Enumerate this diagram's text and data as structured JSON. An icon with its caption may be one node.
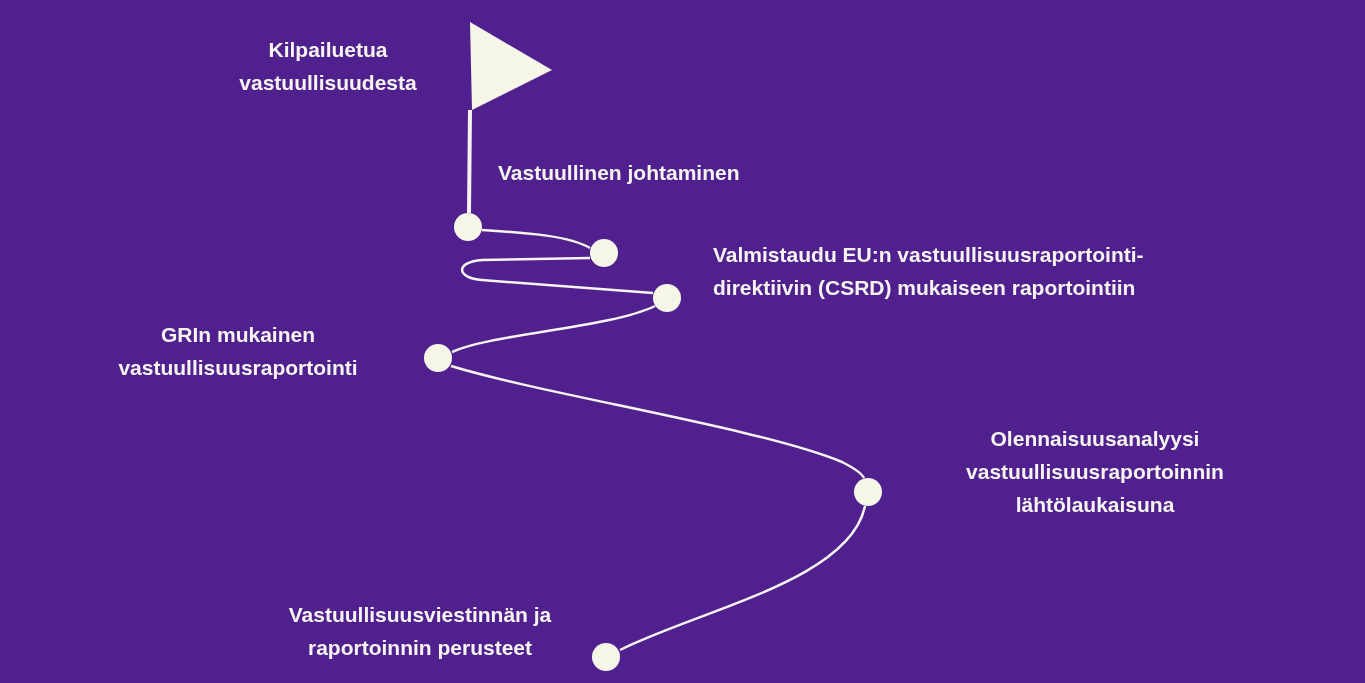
{
  "diagram": {
    "nodes": [
      {
        "text": [],
        "shape": "flag",
        "beside": [
          "Kilpailuetua vastuullisuudesta"
        ]
      },
      {
        "text": [],
        "shape": "circle"
      },
      {
        "text": [],
        "shape": "circle",
        "beside": [
          "Vastuullinen johtaminen"
        ]
      },
      {
        "text": [],
        "shape": "circle",
        "beside": [
          "Valmistaudu EU:n vastuullisuusraportointi- direktiivin (CSRD) mukaiseen raportointiin"
        ]
      },
      {
        "text": [],
        "shape": "circle",
        "beside": [
          "GRIn mukainen vastuullisuusraportointi"
        ]
      },
      {
        "text": [],
        "shape": "circle",
        "beside": [
          "Olennaisuusanalyysi vastuullisuusraportoinnin lähtölaukaisuna"
        ]
      },
      {
        "text": [],
        "shape": "circle",
        "beside": [
          "Vastuullisuusviestinnän ja raportoinnin perusteet"
        ]
      }
    ],
    "edges": [
      {
        "from": 1,
        "to": 0,
        "arrow": "none"
      },
      {
        "from": 1,
        "to": 2,
        "arrow": "none"
      },
      {
        "from": 2,
        "to": 3,
        "arrow": "none"
      },
      {
        "from": 3,
        "to": 4,
        "arrow": "none"
      },
      {
        "from": 4,
        "to": 5,
        "arrow": "none"
      },
      {
        "from": 5,
        "to": 6,
        "arrow": "none"
      }
    ]
  }
}
